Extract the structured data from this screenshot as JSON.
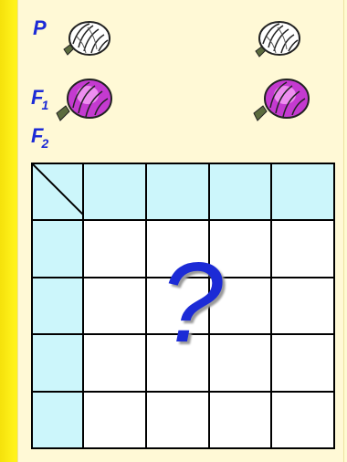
{
  "generations": {
    "parent": "P",
    "f1": {
      "letter": "F",
      "sub": "1"
    },
    "f2": {
      "letter": "F",
      "sub": "2"
    }
  },
  "pea_colors": {
    "parent_wrinkled": "#ffffff",
    "f1_purple": "#c43ad0",
    "outline": "#222222",
    "leaf": "#5b6b3e"
  },
  "punnett": {
    "rows": 5,
    "cols": 5,
    "header_color": "#ccf6fb",
    "unknown_mark": "?"
  }
}
